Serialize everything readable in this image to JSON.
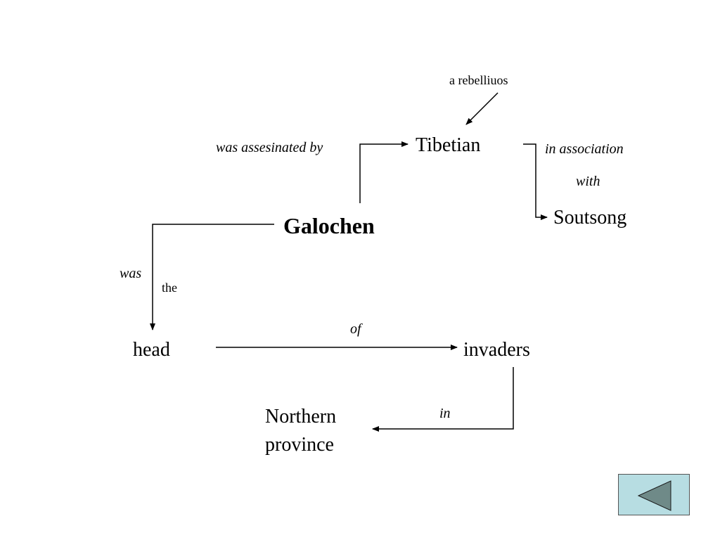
{
  "diagram": {
    "nodes": {
      "galochen": "Galochen",
      "tibetian": "Tibetian",
      "soutsong": "Soutsong",
      "head": "head",
      "invaders": "invaders",
      "northern_province_line1": "Northern",
      "northern_province_line2": "province"
    },
    "edge_labels": {
      "assassinated_by": "was assesinated by",
      "association_line1": "in association",
      "association_line2": "with",
      "was": "was",
      "of": "of",
      "in": "in"
    },
    "qualifiers": {
      "rebellious": "a rebelliuos",
      "the": "the"
    }
  },
  "navigation": {
    "back_button_icon": "triangle-left-icon",
    "back_button_fill": "#B7DDE2",
    "back_button_icon_fill": "#6F8A88"
  },
  "colors": {
    "line": "#000000",
    "background": "#FFFFFF"
  }
}
